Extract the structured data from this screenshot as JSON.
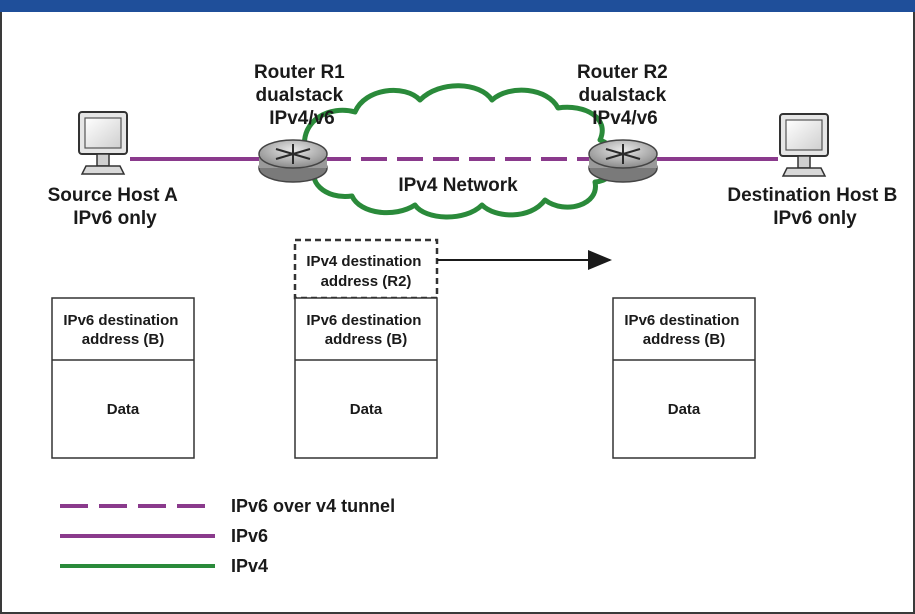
{
  "colors": {
    "ipv6": "#8a3a8c",
    "ipv4": "#2a8a3a",
    "frame": "#1f4f9a",
    "text": "#1a1a1a"
  },
  "router_r1": {
    "lines": [
      "Router R1",
      "dualstack",
      "IPv4/v6"
    ]
  },
  "router_r2": {
    "lines": [
      "Router R2",
      "dualstack",
      "IPv4/v6"
    ]
  },
  "network": {
    "label": "IPv4 Network"
  },
  "host_a": {
    "lines": [
      "Source Host A",
      "IPv6 only"
    ]
  },
  "host_b": {
    "lines": [
      "Destination Host B",
      "IPv6 only"
    ]
  },
  "packet_a": {
    "header_lines": [
      "IPv6 destination",
      "address (B)"
    ],
    "data": "Data"
  },
  "packet_tunnel": {
    "outer_lines": [
      "IPv4 destination",
      "address (R2)"
    ],
    "header_lines": [
      "IPv6 destination",
      "address (B)"
    ],
    "data": "Data"
  },
  "packet_b": {
    "header_lines": [
      "IPv6 destination",
      "address (B)"
    ],
    "data": "Data"
  },
  "legend": {
    "items": [
      {
        "label": "IPv6 over v4 tunnel",
        "style": "dashed-purple"
      },
      {
        "label": "IPv6",
        "style": "solid-purple"
      },
      {
        "label": "IPv4",
        "style": "solid-green"
      }
    ]
  }
}
